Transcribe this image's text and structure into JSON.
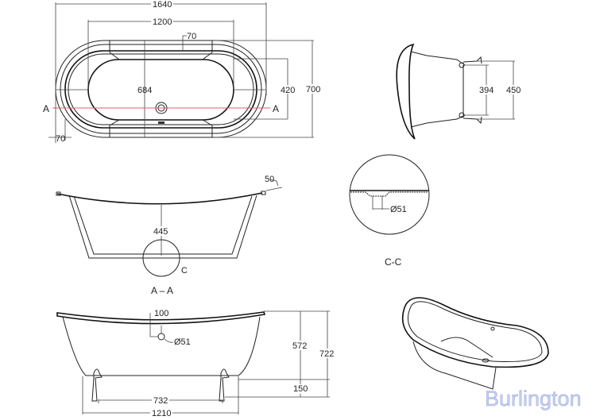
{
  "brand": {
    "name": "Burlington",
    "color": "#9aa8dd"
  },
  "accent_colors": {
    "section_line": "#e06060",
    "line": "#222222"
  },
  "plan_view": {
    "overall_length": "1640",
    "inner_length": "1200",
    "rim_top": "70",
    "inner_width": "684",
    "basin_width": "420",
    "overall_width": "700",
    "rim_side": "70",
    "section_label_left": "A",
    "section_label_right": "A"
  },
  "end_view": {
    "feet_inner": "394",
    "feet_outer": "450"
  },
  "section_aa": {
    "depth": "445",
    "rim_thickness": "50",
    "detail_label": "C",
    "title": "A – A"
  },
  "detail_cc": {
    "waste_diameter": "Ø51",
    "title": "C-C"
  },
  "side_view": {
    "overflow_offset": "100",
    "overflow_diameter": "Ø51",
    "body_height": "572",
    "total_height": "722",
    "foot_height": "150",
    "feet_spacing": "732",
    "base_length": "1210"
  }
}
